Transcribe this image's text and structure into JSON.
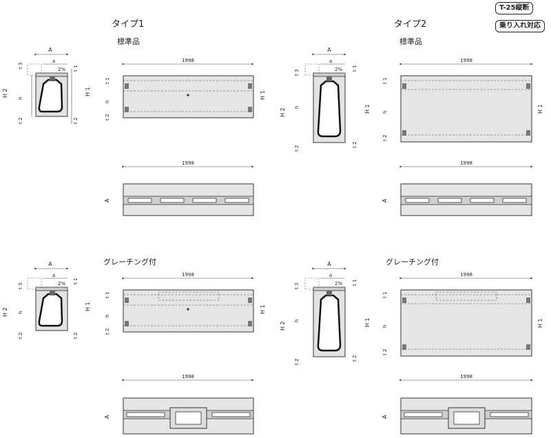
{
  "badges": {
    "longitudinal": "T-25縦断",
    "ride_over": "乗り入れ対応"
  },
  "types": [
    {
      "title": "タイプ1",
      "variants": [
        "標準品",
        "グレーチング付"
      ]
    },
    {
      "title": "タイプ2",
      "variants": [
        "標準品",
        "グレーチング付"
      ]
    }
  ],
  "dims": {
    "length": "1998",
    "A": "A",
    "a": "a",
    "slope": "2%",
    "t1": "t 1",
    "t2": "t 2",
    "t3": "t 3",
    "H1": "H 1",
    "H2": "H 2",
    "h": "h"
  },
  "colors": {
    "concrete": "#e5e5e5",
    "outline": "#333333",
    "dark": "#555555"
  }
}
